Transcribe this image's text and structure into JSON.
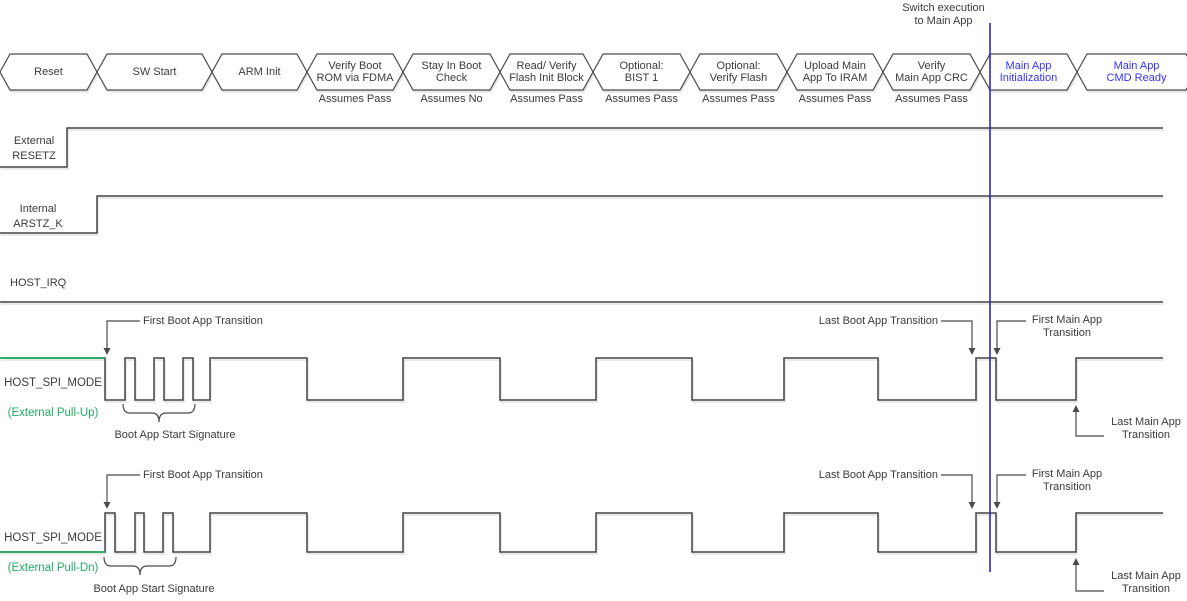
{
  "header": {
    "switch_note": "Switch execution\nto Main App"
  },
  "colors": {
    "accent_blue_text": "#3333ff",
    "switch_line_blue": "#2727cd",
    "pull_green": "#22ab63",
    "line_gray": "#4a4a4a"
  },
  "stages": [
    {
      "label": "Reset",
      "note": ""
    },
    {
      "label": "SW Start",
      "note": ""
    },
    {
      "label": "ARM Init",
      "note": ""
    },
    {
      "label": "Verify Boot\nROM via FDMA",
      "note": "Assumes Pass"
    },
    {
      "label": "Stay In Boot\nCheck",
      "note": "Assumes No"
    },
    {
      "label": "Read/ Verify\nFlash Init Block",
      "note": "Assumes Pass"
    },
    {
      "label": "Optional:\nBIST 1",
      "note": "Assumes Pass"
    },
    {
      "label": "Optional:\nVerify Flash",
      "note": "Assumes Pass"
    },
    {
      "label": "Upload Main\nApp To IRAM",
      "note": "Assumes Pass"
    },
    {
      "label": "Verify\nMain App CRC",
      "note": "Assumes Pass"
    },
    {
      "label": "Main App\nInitialization",
      "note": "",
      "accent": true
    },
    {
      "label": "Main App\nCMD Ready",
      "note": "",
      "accent": true
    }
  ],
  "signals": [
    {
      "id": "external-resetz",
      "label": "External\nRESETZ",
      "start": "low",
      "transitions": [
        67
      ]
    },
    {
      "id": "internal-arstz-k",
      "label": "Internal\nARSTZ_K",
      "start": "low",
      "transitions": [
        97
      ]
    },
    {
      "id": "host-irq",
      "label": "HOST_IRQ",
      "start": "low",
      "transitions": []
    },
    {
      "id": "host-spi-mode-pullup",
      "label": "HOST_SPI_MODE",
      "sublabel": "(External Pull-Up)",
      "start": "high",
      "pull_level": "high",
      "transitions": [
        105,
        125,
        135,
        154,
        164,
        183,
        193,
        210,
        307,
        403,
        500,
        596,
        692,
        784,
        878,
        976,
        996,
        1076
      ]
    },
    {
      "id": "host-spi-mode-pulldn",
      "label": "HOST_SPI_MODE",
      "sublabel": "(External Pull-Dn)",
      "start": "low",
      "pull_level": "low",
      "transitions": [
        105,
        115,
        135,
        144,
        163,
        173,
        210,
        307,
        403,
        500,
        596,
        692,
        784,
        878,
        976,
        996,
        1076
      ]
    }
  ],
  "annotations": {
    "first_boot": "First Boot App Transition",
    "last_boot": "Last Boot App Transition",
    "first_main": "First Main App\nTransition",
    "last_main": "Last Main App\nTransition",
    "signature": "Boot App Start Signature"
  }
}
